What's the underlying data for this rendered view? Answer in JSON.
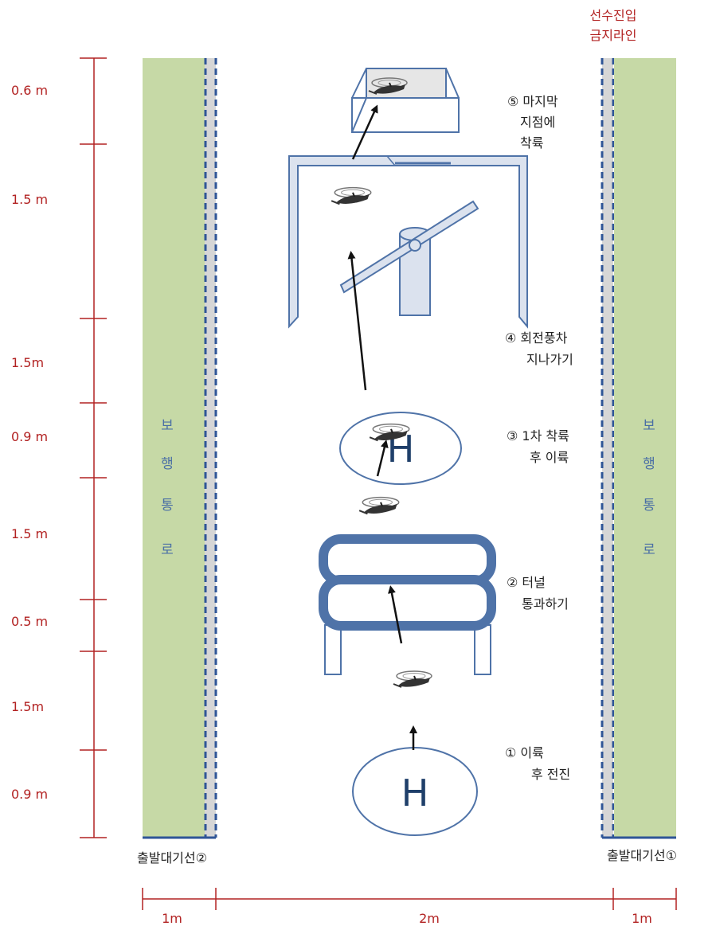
{
  "colors": {
    "dimension_red": "#b22222",
    "walkway_green": "#c6d9a6",
    "walkway_text": "#4a6fa5",
    "line_blue": "#2f5597",
    "obstacle_blue": "#4f73a8",
    "gray_strip": "#d6d6d6"
  },
  "header": {
    "line1": "선수진입",
    "line2": "금지라인"
  },
  "left_dimensions": [
    "0.6 m",
    "1.5 m",
    "1.5m",
    "0.9 m",
    "1.5 m",
    "0.5 m",
    "1.5m",
    "0.9 m"
  ],
  "bottom_dimensions": [
    "1m",
    "2m",
    "1m"
  ],
  "walkway_left": [
    "보",
    "행",
    "통",
    "로"
  ],
  "walkway_right": [
    "보",
    "행",
    "통",
    "로"
  ],
  "base_labels": {
    "left": "출발대기선②",
    "right": "출발대기선①"
  },
  "helipad_symbol": "H",
  "steps": [
    {
      "line1": "① 이륙",
      "line2": "후 전진"
    },
    {
      "line1": "② 터널",
      "line2": "통과하기"
    },
    {
      "line1": "③ 1차 착륙",
      "line2": "후 이륙"
    },
    {
      "line1": "④ 회전풍차",
      "line2": "지나가기"
    },
    {
      "line1": "⑤ 마지막",
      "line2": "지점에",
      "line3": "착륙"
    }
  ],
  "icons": {
    "helicopter": "helicopter-icon",
    "arrow": "arrow-up-icon"
  }
}
